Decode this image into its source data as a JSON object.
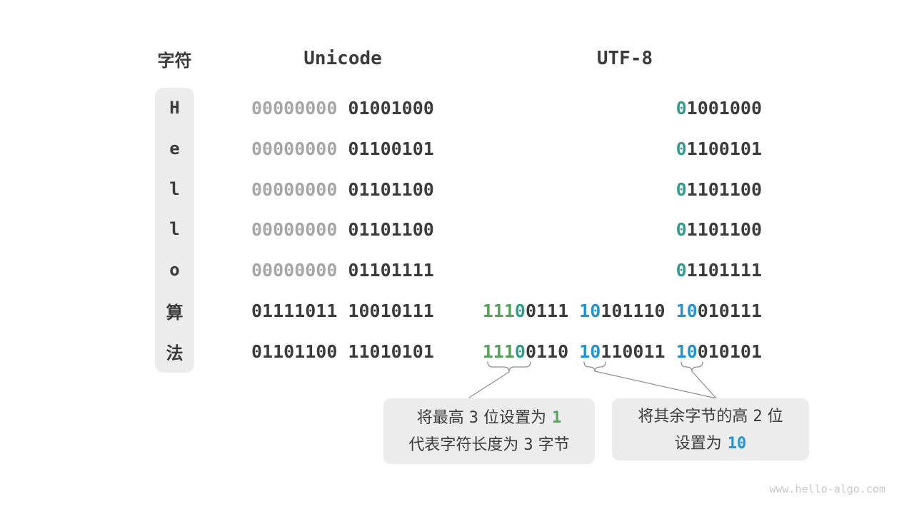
{
  "header": {
    "char_label": "字符",
    "unicode_label": "Unicode",
    "utf8_label": "UTF-8"
  },
  "rows": [
    {
      "char": "H",
      "uni_hi": "00000000",
      "uni_lo": "01001000",
      "u0p": "0",
      "u0r": "1001000"
    },
    {
      "char": "e",
      "uni_hi": "00000000",
      "uni_lo": "01100101",
      "u0p": "0",
      "u0r": "1100101"
    },
    {
      "char": "l",
      "uni_hi": "00000000",
      "uni_lo": "01101100",
      "u0p": "0",
      "u0r": "1101100"
    },
    {
      "char": "l",
      "uni_hi": "00000000",
      "uni_lo": "01101100",
      "u0p": "0",
      "u0r": "1101100"
    },
    {
      "char": "o",
      "uni_hi": "00000000",
      "uni_lo": "01101111",
      "u0p": "0",
      "u0r": "1101111"
    },
    {
      "char": "算",
      "uni_hi": "01111011",
      "uni_lo": "10010111",
      "b1g": "111",
      "b1t": "0",
      "b1r": "0111",
      "b2p": "10",
      "b2r": "101110",
      "b3p": "10",
      "b3r": "010111"
    },
    {
      "char": "法",
      "uni_hi": "01101100",
      "uni_lo": "11010101",
      "b1g": "111",
      "b1t": "0",
      "b1r": "0110",
      "b2p": "10",
      "b2r": "110011",
      "b3p": "10",
      "b3r": "010101"
    }
  ],
  "callouts": {
    "one": {
      "t1": "将最高",
      "n1": "3",
      "t2": "位设置为",
      "v1": "1",
      "t3": "代表字符长度为",
      "n2": "3",
      "t4": "字节"
    },
    "two": {
      "t1": "将其余字节的高",
      "n1": "2",
      "t2": "位",
      "t3": "设置为",
      "v1": "10"
    }
  },
  "watermark": "www.hello-algo.com",
  "colors": {
    "bit-green": "#57a15c",
    "bit-teal": "#2f9c8d",
    "bit-blue": "#2394d2",
    "text-dark": "#3b3b3b",
    "zeros-gray": "#a6a6a6",
    "panel-gray": "#ececec",
    "line-gray": "#8f8f8f",
    "watermark-gray": "#c9c9c9"
  }
}
